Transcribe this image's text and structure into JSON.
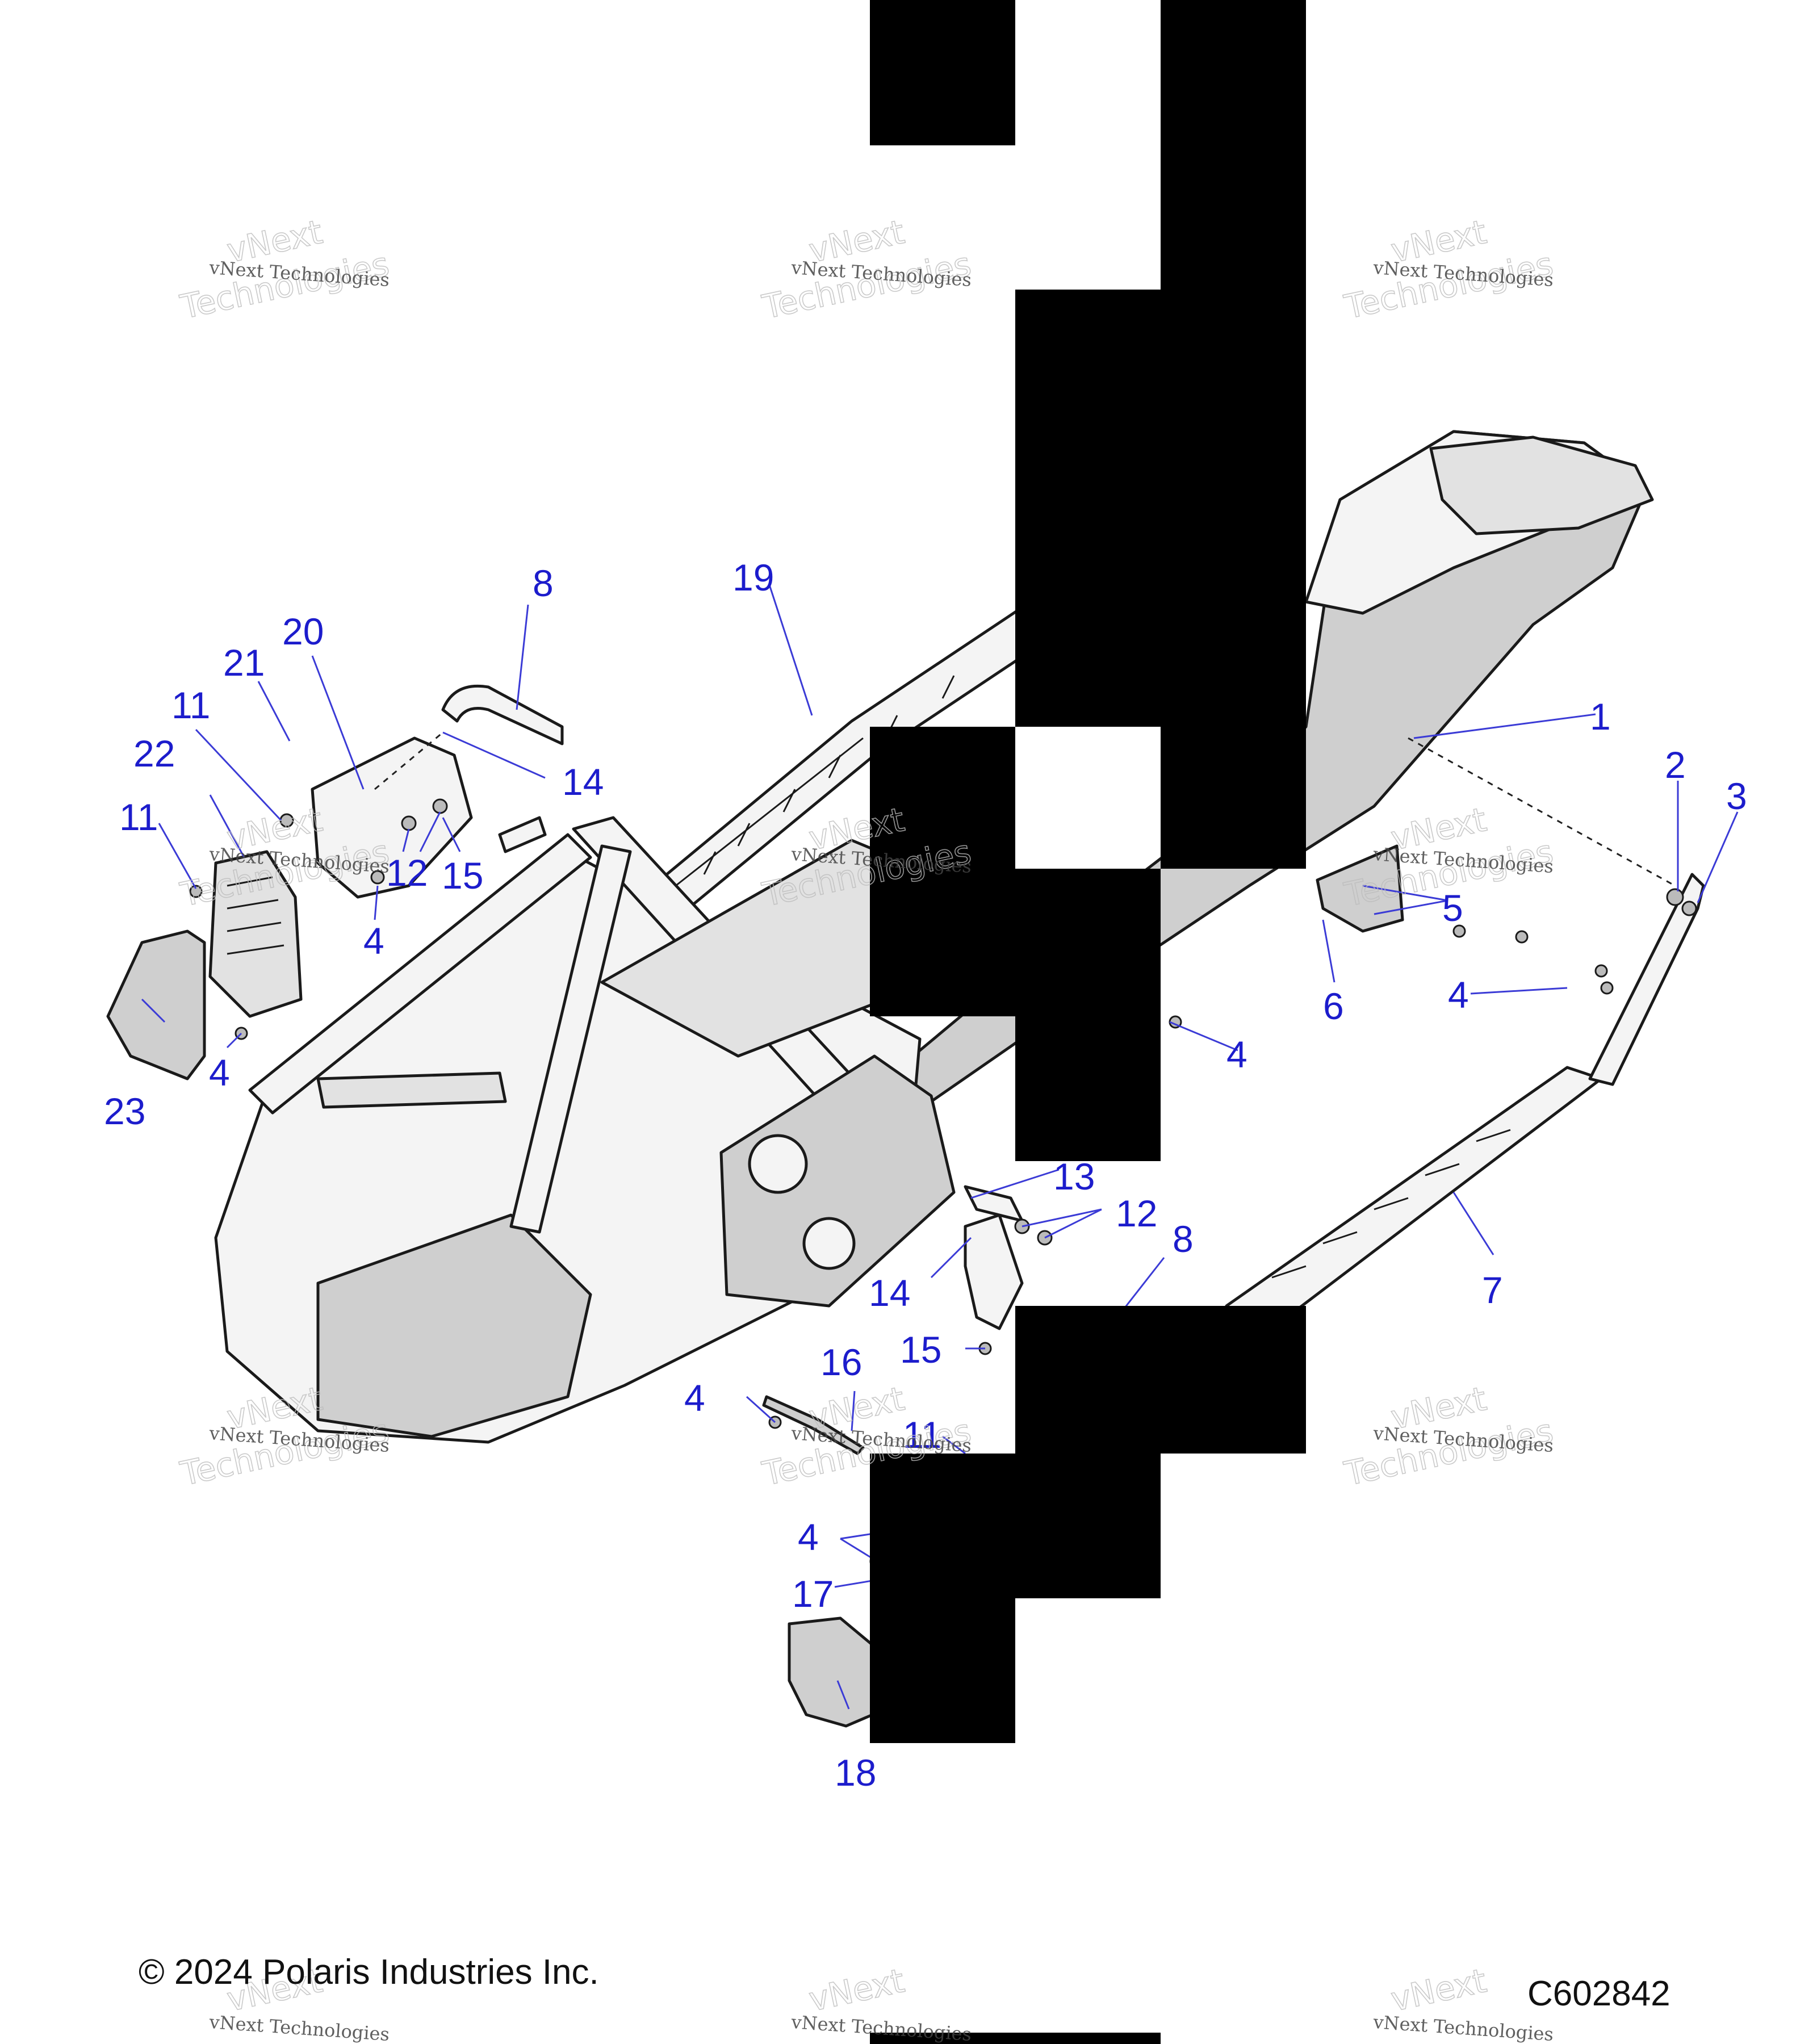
{
  "footer": {
    "copyright": "© 2024 Polaris Industries Inc.",
    "figure_id": "C602842"
  },
  "watermark": {
    "line_small": "vNext Technologies",
    "line_big_1": "vNext",
    "line_big_2": "Technologies"
  },
  "callouts": {
    "c1": "1",
    "c2": "2",
    "c3": "3",
    "c4a": "4",
    "c4b": "4",
    "c4c": "4",
    "c4d": "4",
    "c4e": "4",
    "c4f": "4",
    "c5": "5",
    "c6": "6",
    "c7": "7",
    "c8a": "8",
    "c8b": "8",
    "c11a": "11",
    "c11b": "11",
    "c11c": "11",
    "c12a": "12",
    "c12b": "12",
    "c13": "13",
    "c14a": "14",
    "c14b": "14",
    "c15a": "15",
    "c15b": "15",
    "c16": "16",
    "c17": "17",
    "c18": "18",
    "c19": "19",
    "c20": "20",
    "c21": "21",
    "c22": "22",
    "c23": "23"
  }
}
